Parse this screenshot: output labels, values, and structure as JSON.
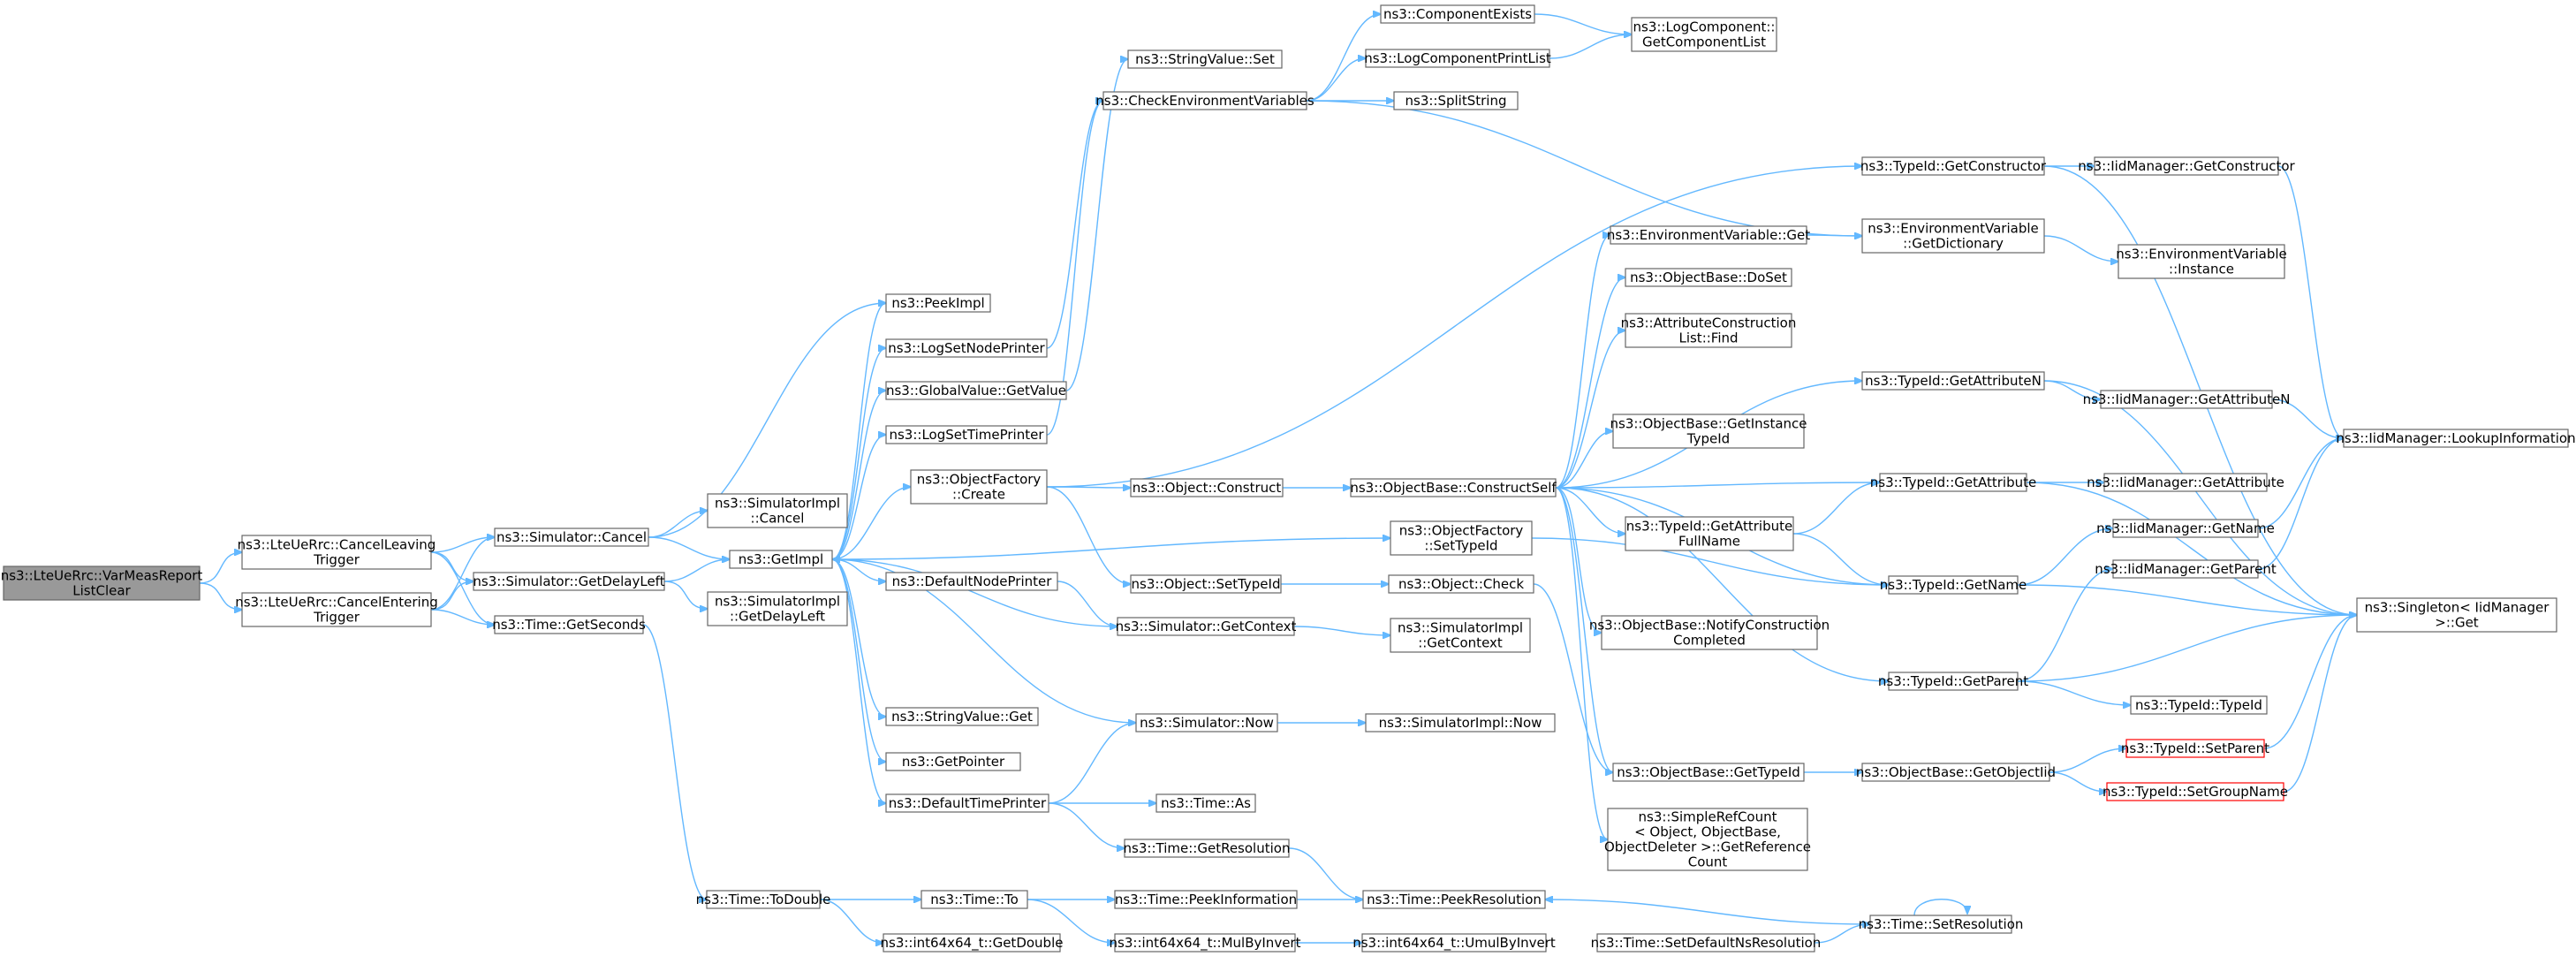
{
  "colors": {
    "edge": "#63b8ff",
    "node_border": "#666666",
    "root_fill": "#999999",
    "truncated_border": "#ff0000"
  },
  "nodes": [
    {
      "id": "root",
      "label": [
        "ns3::LteUeRrc::VarMeasReport",
        "ListClear"
      ],
      "kind": "root"
    },
    {
      "id": "cancelLeaving",
      "label": [
        "ns3::LteUeRrc::CancelLeaving",
        "Trigger"
      ]
    },
    {
      "id": "cancelEntering",
      "label": [
        "ns3::LteUeRrc::CancelEntering",
        "Trigger"
      ]
    },
    {
      "id": "simCancel",
      "label": [
        "ns3::Simulator::Cancel"
      ]
    },
    {
      "id": "simGetDelayLeft",
      "label": [
        "ns3::Simulator::GetDelayLeft"
      ]
    },
    {
      "id": "timeGetSeconds",
      "label": [
        "ns3::Time::GetSeconds"
      ]
    },
    {
      "id": "simImplCancel",
      "label": [
        "ns3::SimulatorImpl",
        "::Cancel"
      ]
    },
    {
      "id": "simImplGetDelayLeft",
      "label": [
        "ns3::SimulatorImpl",
        "::GetDelayLeft"
      ]
    },
    {
      "id": "getImpl",
      "label": [
        "ns3::GetImpl"
      ]
    },
    {
      "id": "peekImpl",
      "label": [
        "ns3::PeekImpl"
      ]
    },
    {
      "id": "logSetNodePrinter",
      "label": [
        "ns3::LogSetNodePrinter"
      ]
    },
    {
      "id": "globalValueGetValue",
      "label": [
        "ns3::GlobalValue::GetValue"
      ]
    },
    {
      "id": "logSetTimePrinter",
      "label": [
        "ns3::LogSetTimePrinter"
      ]
    },
    {
      "id": "objectFactoryCreate",
      "label": [
        "ns3::ObjectFactory",
        "::Create"
      ]
    },
    {
      "id": "defaultNodePrinter",
      "label": [
        "ns3::DefaultNodePrinter"
      ]
    },
    {
      "id": "stringValueGet",
      "label": [
        "ns3::StringValue::Get"
      ]
    },
    {
      "id": "getPointer",
      "label": [
        "ns3::GetPointer"
      ]
    },
    {
      "id": "defaultTimePrinter",
      "label": [
        "ns3::DefaultTimePrinter"
      ]
    },
    {
      "id": "stringValueSet",
      "label": [
        "ns3::StringValue::Set"
      ]
    },
    {
      "id": "checkEnv",
      "label": [
        "ns3::CheckEnvironmentVariables"
      ]
    },
    {
      "id": "componentExists",
      "label": [
        "ns3::ComponentExists"
      ]
    },
    {
      "id": "logComponentPrintList",
      "label": [
        "ns3::LogComponentPrintList"
      ]
    },
    {
      "id": "splitString",
      "label": [
        "ns3::SplitString"
      ]
    },
    {
      "id": "logComponentGetList",
      "label": [
        "ns3::LogComponent::",
        "GetComponentList"
      ]
    },
    {
      "id": "objectConstruct",
      "label": [
        "ns3::Object::Construct"
      ]
    },
    {
      "id": "objectSetTypeId",
      "label": [
        "ns3::Object::SetTypeId"
      ]
    },
    {
      "id": "simGetContext",
      "label": [
        "ns3::Simulator::GetContext"
      ]
    },
    {
      "id": "simNow",
      "label": [
        "ns3::Simulator::Now"
      ]
    },
    {
      "id": "timeAs",
      "label": [
        "ns3::Time::As"
      ]
    },
    {
      "id": "timeGetResolution",
      "label": [
        "ns3::Time::GetResolution"
      ]
    },
    {
      "id": "timeToDouble",
      "label": [
        "ns3::Time::ToDouble"
      ]
    },
    {
      "id": "timeTo",
      "label": [
        "ns3::Time::To"
      ]
    },
    {
      "id": "int64GetDouble",
      "label": [
        "ns3::int64x64_t::GetDouble"
      ]
    },
    {
      "id": "timePeekInformation",
      "label": [
        "ns3::Time::PeekInformation"
      ]
    },
    {
      "id": "int64MulByInvert",
      "label": [
        "ns3::int64x64_t::MulByInvert"
      ]
    },
    {
      "id": "int64UmulByInvert",
      "label": [
        "ns3::int64x64_t::UmulByInvert"
      ]
    },
    {
      "id": "timePeekResolution",
      "label": [
        "ns3::Time::PeekResolution"
      ]
    },
    {
      "id": "timeSetDefaultNsResolution",
      "label": [
        "ns3::Time::SetDefaultNsResolution"
      ]
    },
    {
      "id": "timeSetResolution",
      "label": [
        "ns3::Time::SetResolution"
      ]
    },
    {
      "id": "objectFactorySetTypeId",
      "label": [
        "ns3::ObjectFactory",
        "::SetTypeId"
      ]
    },
    {
      "id": "objectCheck",
      "label": [
        "ns3::Object::Check"
      ]
    },
    {
      "id": "simImplGetContext",
      "label": [
        "ns3::SimulatorImpl",
        "::GetContext"
      ]
    },
    {
      "id": "simImplNow",
      "label": [
        "ns3::SimulatorImpl::Now"
      ]
    },
    {
      "id": "objectBaseConstructSelf",
      "label": [
        "ns3::ObjectBase::ConstructSelf"
      ]
    },
    {
      "id": "envVarGet",
      "label": [
        "ns3::EnvironmentVariable::Get"
      ]
    },
    {
      "id": "objectBaseDoSet",
      "label": [
        "ns3::ObjectBase::DoSet"
      ]
    },
    {
      "id": "attrConstructionListFind",
      "label": [
        "ns3::AttributeConstruction",
        "List::Find"
      ]
    },
    {
      "id": "objectBaseGetInstanceTypeId",
      "label": [
        "ns3::ObjectBase::GetInstance",
        "TypeId"
      ]
    },
    {
      "id": "typeIdGetAttributeFullName",
      "label": [
        "ns3::TypeId::GetAttribute",
        "FullName"
      ]
    },
    {
      "id": "objectBaseNotifyConstructionCompleted",
      "label": [
        "ns3::ObjectBase::NotifyConstruction",
        "Completed"
      ]
    },
    {
      "id": "objectBaseGetTypeId",
      "label": [
        "ns3::ObjectBase::GetTypeId"
      ]
    },
    {
      "id": "simpleRefCount",
      "label": [
        "ns3::SimpleRefCount",
        "< Object, ObjectBase,",
        "ObjectDeleter >::GetReference",
        "Count"
      ]
    },
    {
      "id": "typeIdGetConstructor",
      "label": [
        "ns3::TypeId::GetConstructor"
      ]
    },
    {
      "id": "envVarGetDictionary",
      "label": [
        "ns3::EnvironmentVariable",
        "::GetDictionary"
      ]
    },
    {
      "id": "typeIdGetAttributeN",
      "label": [
        "ns3::TypeId::GetAttributeN"
      ]
    },
    {
      "id": "typeIdGetAttribute",
      "label": [
        "ns3::TypeId::GetAttribute"
      ]
    },
    {
      "id": "typeIdGetName",
      "label": [
        "ns3::TypeId::GetName"
      ]
    },
    {
      "id": "typeIdGetParent",
      "label": [
        "ns3::TypeId::GetParent"
      ]
    },
    {
      "id": "objectBaseGetObjectIid",
      "label": [
        "ns3::ObjectBase::GetObjectIid"
      ]
    },
    {
      "id": "iidGetConstructor",
      "label": [
        "ns3::IidManager::GetConstructor"
      ]
    },
    {
      "id": "envVarInstance",
      "label": [
        "ns3::EnvironmentVariable",
        "::Instance"
      ]
    },
    {
      "id": "iidGetAttributeN",
      "label": [
        "ns3::IidManager::GetAttributeN"
      ]
    },
    {
      "id": "iidGetAttribute",
      "label": [
        "ns3::IidManager::GetAttribute"
      ]
    },
    {
      "id": "iidGetName",
      "label": [
        "ns3::IidManager::GetName"
      ]
    },
    {
      "id": "iidGetParent",
      "label": [
        "ns3::IidManager::GetParent"
      ]
    },
    {
      "id": "typeIdTypeId",
      "label": [
        "ns3::TypeId::TypeId"
      ]
    },
    {
      "id": "typeIdSetParent",
      "label": [
        "ns3::TypeId::SetParent"
      ],
      "kind": "truncated"
    },
    {
      "id": "typeIdSetGroupName",
      "label": [
        "ns3::TypeId::SetGroupName"
      ],
      "kind": "truncated"
    },
    {
      "id": "iidLookupInformation",
      "label": [
        "ns3::IidManager::LookupInformation"
      ]
    },
    {
      "id": "singletonGet",
      "label": [
        "ns3::Singleton< IidManager",
        ">::Get"
      ]
    }
  ],
  "edges": [
    [
      "root",
      "cancelLeaving"
    ],
    [
      "root",
      "cancelEntering"
    ],
    [
      "cancelLeaving",
      "simCancel"
    ],
    [
      "cancelLeaving",
      "simGetDelayLeft"
    ],
    [
      "cancelLeaving",
      "timeGetSeconds"
    ],
    [
      "cancelEntering",
      "simCancel"
    ],
    [
      "cancelEntering",
      "simGetDelayLeft"
    ],
    [
      "cancelEntering",
      "timeGetSeconds"
    ],
    [
      "simCancel",
      "simImplCancel"
    ],
    [
      "simCancel",
      "getImpl"
    ],
    [
      "simCancel",
      "peekImpl"
    ],
    [
      "simGetDelayLeft",
      "getImpl"
    ],
    [
      "simGetDelayLeft",
      "simImplGetDelayLeft"
    ],
    [
      "timeGetSeconds",
      "timeToDouble"
    ],
    [
      "getImpl",
      "peekImpl"
    ],
    [
      "getImpl",
      "logSetNodePrinter"
    ],
    [
      "getImpl",
      "globalValueGetValue"
    ],
    [
      "getImpl",
      "logSetTimePrinter"
    ],
    [
      "getImpl",
      "objectFactoryCreate"
    ],
    [
      "getImpl",
      "objectFactorySetTypeId"
    ],
    [
      "getImpl",
      "defaultNodePrinter"
    ],
    [
      "getImpl",
      "stringValueGet"
    ],
    [
      "getImpl",
      "getPointer"
    ],
    [
      "getImpl",
      "defaultTimePrinter"
    ],
    [
      "globalValueGetValue",
      "stringValueSet"
    ],
    [
      "logSetTimePrinter",
      "checkEnv"
    ],
    [
      "logSetNodePrinter",
      "checkEnv"
    ],
    [
      "checkEnv",
      "componentExists"
    ],
    [
      "checkEnv",
      "logComponentPrintList"
    ],
    [
      "checkEnv",
      "splitString"
    ],
    [
      "checkEnv",
      "envVarGetDictionary"
    ],
    [
      "componentExists",
      "logComponentGetList"
    ],
    [
      "logComponentPrintList",
      "logComponentGetList"
    ],
    [
      "objectFactoryCreate",
      "objectConstruct"
    ],
    [
      "objectFactoryCreate",
      "objectSetTypeId"
    ],
    [
      "objectFactoryCreate",
      "typeIdGetConstructor"
    ],
    [
      "objectConstruct",
      "objectBaseConstructSelf"
    ],
    [
      "objectSetTypeId",
      "objectCheck"
    ],
    [
      "objectFactorySetTypeId",
      "typeIdGetName"
    ],
    [
      "defaultNodePrinter",
      "simGetContext"
    ],
    [
      "simGetContext",
      "getImpl"
    ],
    [
      "simGetContext",
      "simImplGetContext"
    ],
    [
      "simNow",
      "getImpl"
    ],
    [
      "simNow",
      "simImplNow"
    ],
    [
      "defaultTimePrinter",
      "simNow"
    ],
    [
      "defaultTimePrinter",
      "timeAs"
    ],
    [
      "defaultTimePrinter",
      "timeGetResolution"
    ],
    [
      "timeGetResolution",
      "timePeekResolution"
    ],
    [
      "timeToDouble",
      "timeTo"
    ],
    [
      "timeToDouble",
      "int64GetDouble"
    ],
    [
      "timeTo",
      "timePeekInformation"
    ],
    [
      "timeTo",
      "int64MulByInvert"
    ],
    [
      "timePeekInformation",
      "timePeekResolution"
    ],
    [
      "int64MulByInvert",
      "int64UmulByInvert"
    ],
    [
      "timeSetDefaultNsResolution",
      "timeSetResolution"
    ],
    [
      "timeSetResolution",
      "timePeekResolution"
    ],
    [
      "timeSetResolution",
      "timeSetResolution"
    ],
    [
      "objectCheck",
      "objectBaseGetTypeId"
    ],
    [
      "objectBaseConstructSelf",
      "envVarGet"
    ],
    [
      "objectBaseConstructSelf",
      "objectBaseDoSet"
    ],
    [
      "objectBaseConstructSelf",
      "attrConstructionListFind"
    ],
    [
      "objectBaseConstructSelf",
      "typeIdGetAttributeN"
    ],
    [
      "objectBaseConstructSelf",
      "objectBaseGetInstanceTypeId"
    ],
    [
      "objectBaseConstructSelf",
      "typeIdGetAttribute"
    ],
    [
      "objectBaseConstructSelf",
      "typeIdGetAttributeFullName"
    ],
    [
      "objectBaseConstructSelf",
      "objectBaseNotifyConstructionCompleted"
    ],
    [
      "objectBaseConstructSelf",
      "typeIdGetName"
    ],
    [
      "objectBaseConstructSelf",
      "typeIdGetParent"
    ],
    [
      "objectBaseConstructSelf",
      "objectBaseGetTypeId"
    ],
    [
      "objectBaseConstructSelf",
      "simpleRefCount"
    ],
    [
      "envVarGet",
      "envVarGetDictionary"
    ],
    [
      "envVarGetDictionary",
      "envVarInstance"
    ],
    [
      "typeIdGetConstructor",
      "iidGetConstructor"
    ],
    [
      "typeIdGetConstructor",
      "singletonGet"
    ],
    [
      "typeIdGetAttributeN",
      "iidGetAttributeN"
    ],
    [
      "typeIdGetAttributeN",
      "singletonGet"
    ],
    [
      "typeIdGetAttribute",
      "iidGetAttribute"
    ],
    [
      "typeIdGetAttribute",
      "singletonGet"
    ],
    [
      "typeIdGetAttributeFullName",
      "typeIdGetAttribute"
    ],
    [
      "typeIdGetAttributeFullName",
      "typeIdGetName"
    ],
    [
      "typeIdGetName",
      "iidGetName"
    ],
    [
      "typeIdGetName",
      "singletonGet"
    ],
    [
      "typeIdGetParent",
      "iidGetParent"
    ],
    [
      "typeIdGetParent",
      "singletonGet"
    ],
    [
      "typeIdGetParent",
      "typeIdTypeId"
    ],
    [
      "objectBaseGetTypeId",
      "objectBaseGetObjectIid"
    ],
    [
      "objectBaseGetObjectIid",
      "typeIdSetParent"
    ],
    [
      "objectBaseGetObjectIid",
      "typeIdSetGroupName"
    ],
    [
      "typeIdSetParent",
      "singletonGet"
    ],
    [
      "typeIdSetGroupName",
      "singletonGet"
    ],
    [
      "iidGetConstructor",
      "iidLookupInformation"
    ],
    [
      "iidGetAttributeN",
      "iidLookupInformation"
    ],
    [
      "iidGetName",
      "iidLookupInformation"
    ],
    [
      "iidGetParent",
      "iidLookupInformation"
    ]
  ]
}
